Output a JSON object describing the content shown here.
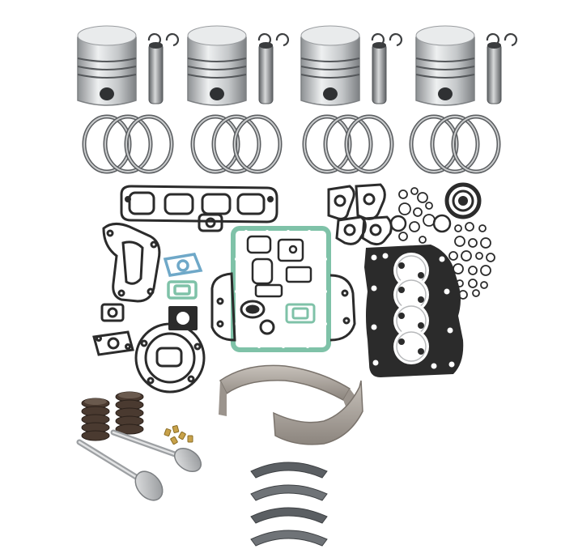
{
  "image": {
    "subject": "engine-overhaul-kit",
    "background_color": "#ffffff",
    "colors": {
      "steel": "#c9cbcc",
      "steel_dark": "#6f7377",
      "gasket_black": "#2b2b2b",
      "gasket_green": "#7fc2a8",
      "gasket_blue": "#6fa8c8",
      "bearing": "#a9a29b",
      "spring": "#4a3a30",
      "brass": "#c8a24a"
    },
    "counts": {
      "pistons": 4,
      "piston_pins": 4,
      "ring_sets": 4,
      "rings_per_set": 3,
      "valve_springs": 2,
      "valves": 2,
      "thrust_washers": 4,
      "main_bearing_shells": 2
    }
  }
}
